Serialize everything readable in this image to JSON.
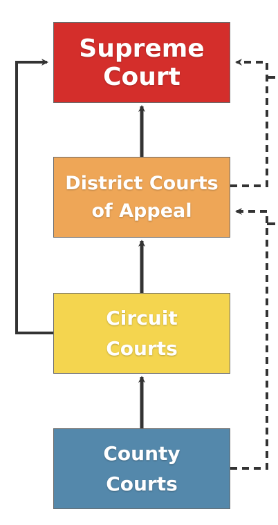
{
  "courts": {
    "supreme": {
      "line1": "Supreme",
      "line2": "Court",
      "color": "#d42e2b"
    },
    "district": {
      "line1": "District Courts",
      "line2": "of Appeal",
      "color": "#eea657"
    },
    "circuit": {
      "line1": "Circuit",
      "line2": "Courts",
      "color": "#f4d54f"
    },
    "county": {
      "line1": "County",
      "line2": "Courts",
      "color": "#5488ab"
    }
  },
  "connectors": {
    "solid_color": "#333333",
    "dashed_color": "#333333"
  }
}
